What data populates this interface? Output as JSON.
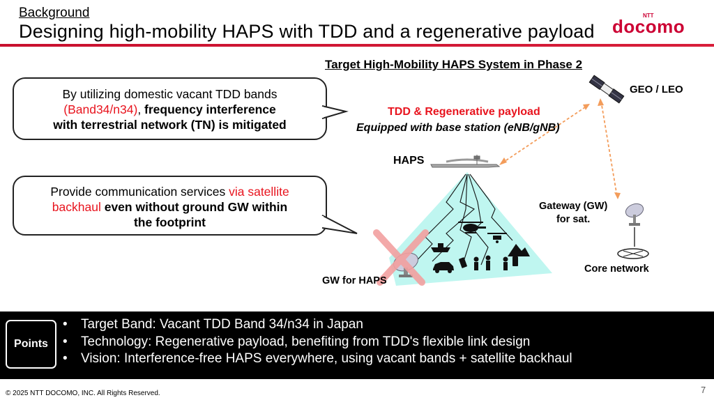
{
  "header": {
    "section": "Background",
    "title": "Designing high-mobility HAPS with TDD and a regenerative payload",
    "logo_small": "NTT",
    "logo": "docomo"
  },
  "diagram": {
    "title": "Target High-Mobility HAPS System in Phase 2",
    "payload_label": "TDD & Regenerative payload",
    "equipped_label": "Equipped with base station (eNB/gNB)",
    "haps_label": "HAPS",
    "satellite_label": "GEO / LEO",
    "gateway_label_1": "Gateway (GW)",
    "gateway_label_2": "for sat.",
    "core_label": "Core network",
    "gw_haps_label": "GW for HAPS",
    "icons": [
      "satellite-icon",
      "haps-aircraft-icon",
      "gateway-dish-icon",
      "core-network-icon",
      "gw-haps-dish-icon",
      "helicopter-icon",
      "drone-icon",
      "ship-icon",
      "car-icon",
      "smartphone-icon",
      "person-icon",
      "mountain-icon"
    ],
    "colors": {
      "footprint": "#b8f5ee",
      "link_arrow": "#f39c5a",
      "cross": "#f2a0a0",
      "accent_red": "#e8141e"
    }
  },
  "bubbles": {
    "b1": {
      "l1": "By utilizing domestic vacant TDD bands",
      "l2_red": "(Band34/n34)",
      "l2_plain": ", ",
      "l2_bold": "frequency interference",
      "l3_bold": "with terrestrial network (TN) is mitigated"
    },
    "b2": {
      "l1_plain": "Provide communication services ",
      "l1_red": "via satellite",
      "l2_red": "backhaul",
      "l2_bold": " even without ground GW within",
      "l3_bold": "the footprint"
    }
  },
  "points": {
    "label": "Points",
    "bullet": "•",
    "items": [
      "Target Band: Vacant TDD Band 34/n34 in Japan",
      "Technology: Regenerative payload, benefiting from TDD's flexible link design",
      "Vision: Interference-free HAPS everywhere, using vacant bands + satellite backhaul"
    ]
  },
  "footer": {
    "copyright": "© 2025 NTT DOCOMO, INC. All Rights Reserved.",
    "page": "7"
  }
}
